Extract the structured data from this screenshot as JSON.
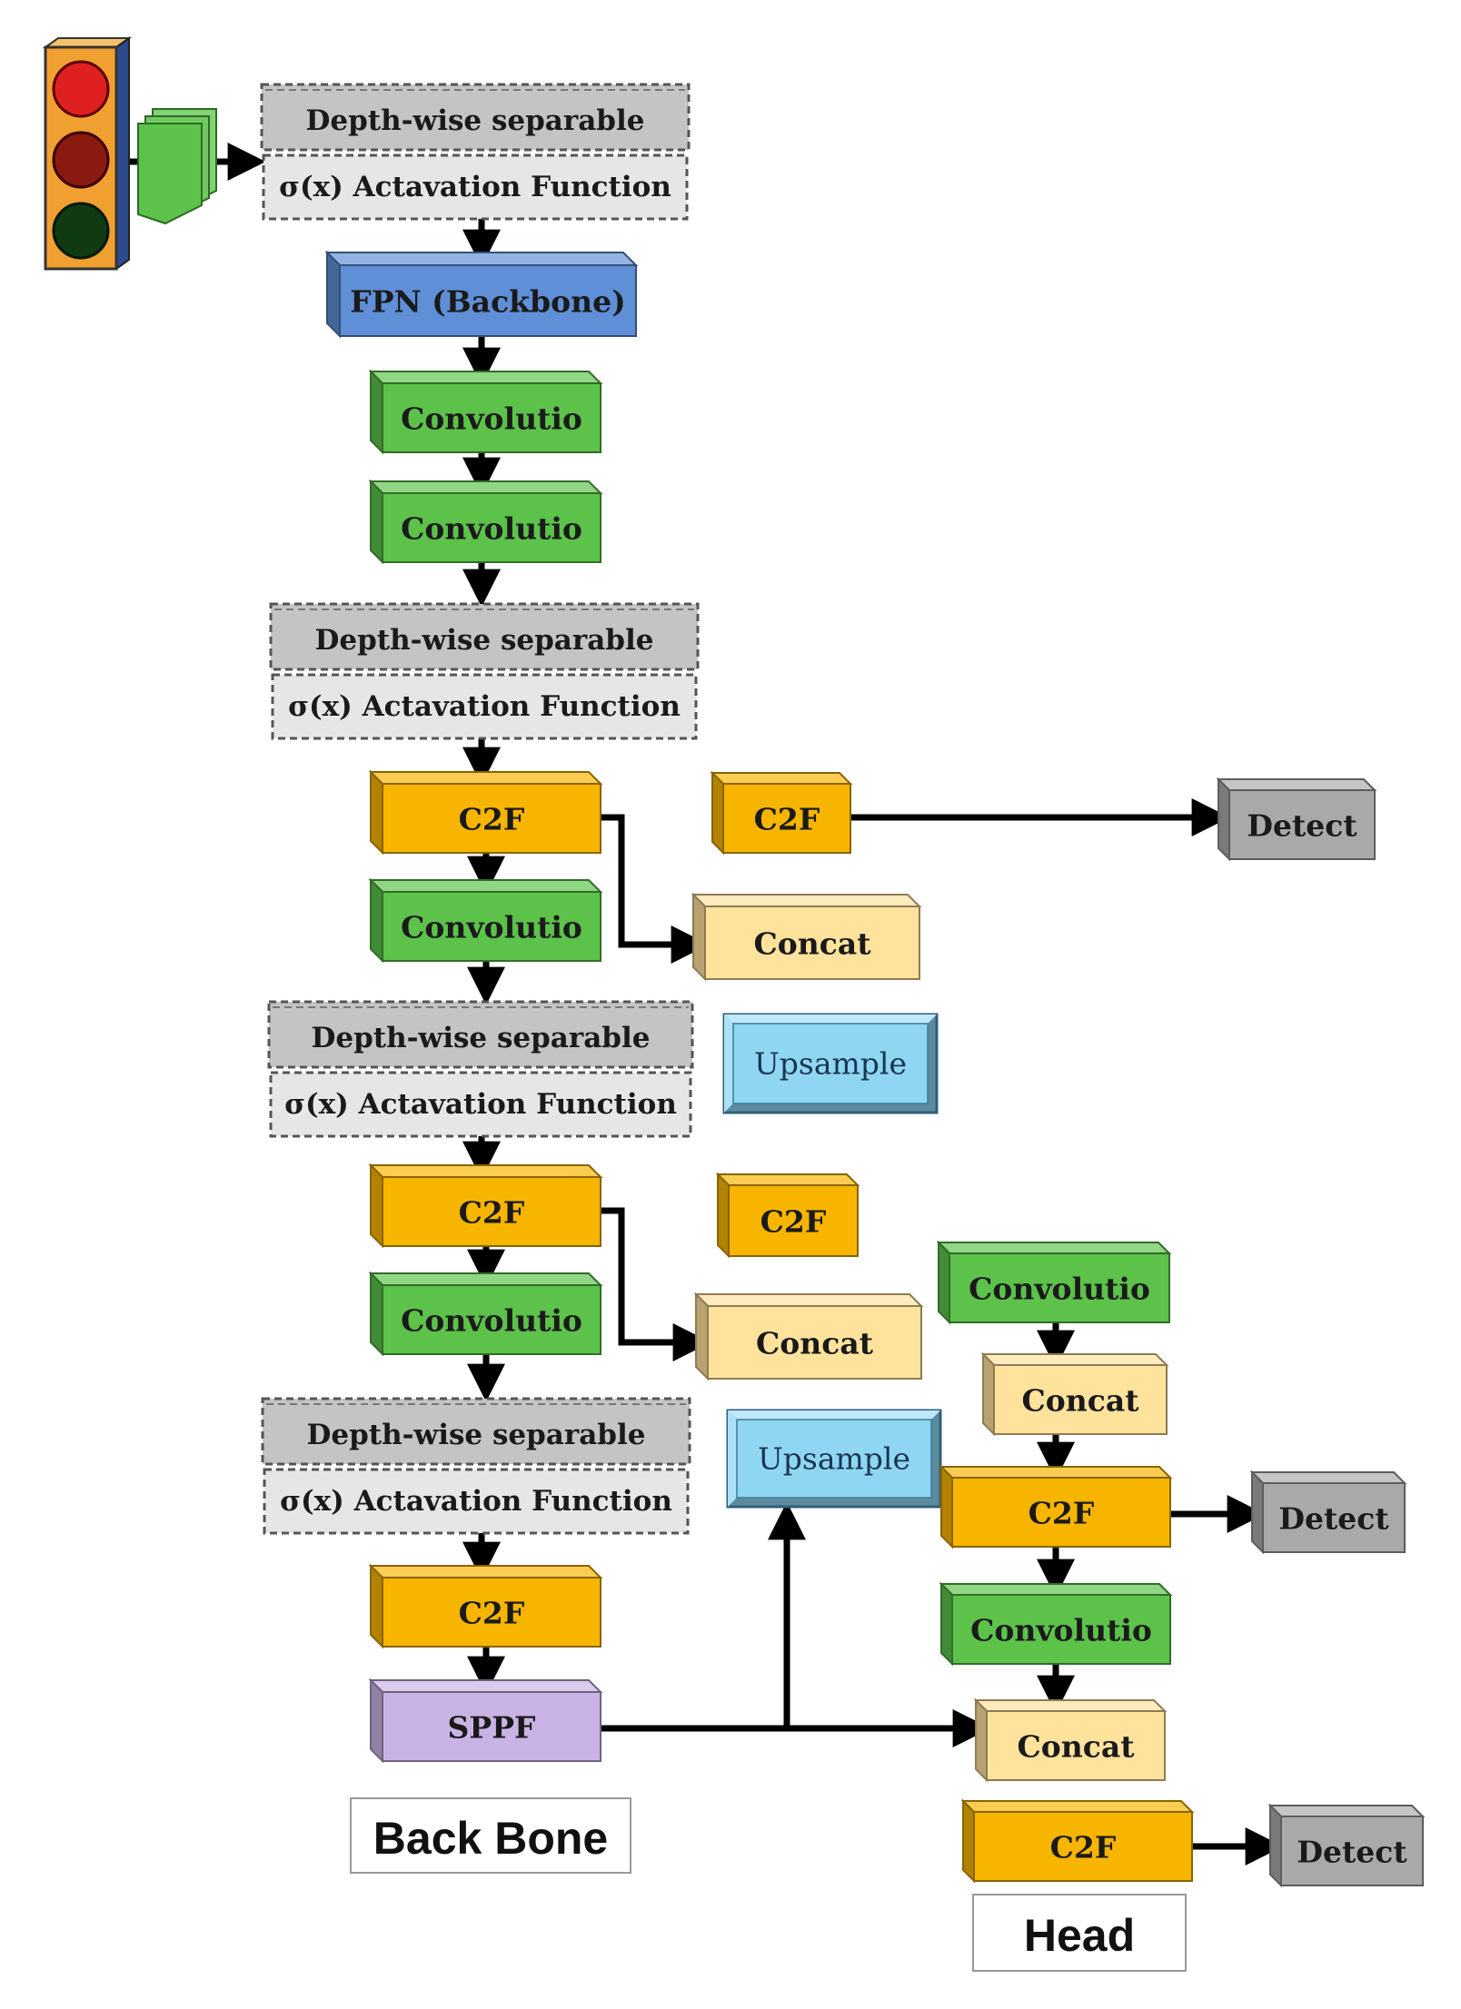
{
  "diagram": {
    "labels": {
      "depthwise": "Depth-wise separable",
      "activation": "σ(x) Actavation Function",
      "fpn": "FPN (Backbone)",
      "conv": "Convolutio",
      "c2f": "C2F",
      "concat": "Concat",
      "upsample": "Upsample",
      "sppf": "SPPF",
      "detect": "Detect",
      "backbone_caption": "Back Bone",
      "head_caption": "Head"
    },
    "colors": {
      "conv": "#5cc24a",
      "c2f": "#f7b500",
      "concat": "#ffe29c",
      "upsample": "#8fd6f3",
      "sppf": "#c9b3e4",
      "detect": "#a9a9a9",
      "fpn": "#5f8fd6",
      "depthwise": "#c4c4c4",
      "activation": "#e6e6e6",
      "arrow": "#000000"
    },
    "icons": [
      "traffic-light-icon",
      "feature-maps-icon"
    ]
  }
}
